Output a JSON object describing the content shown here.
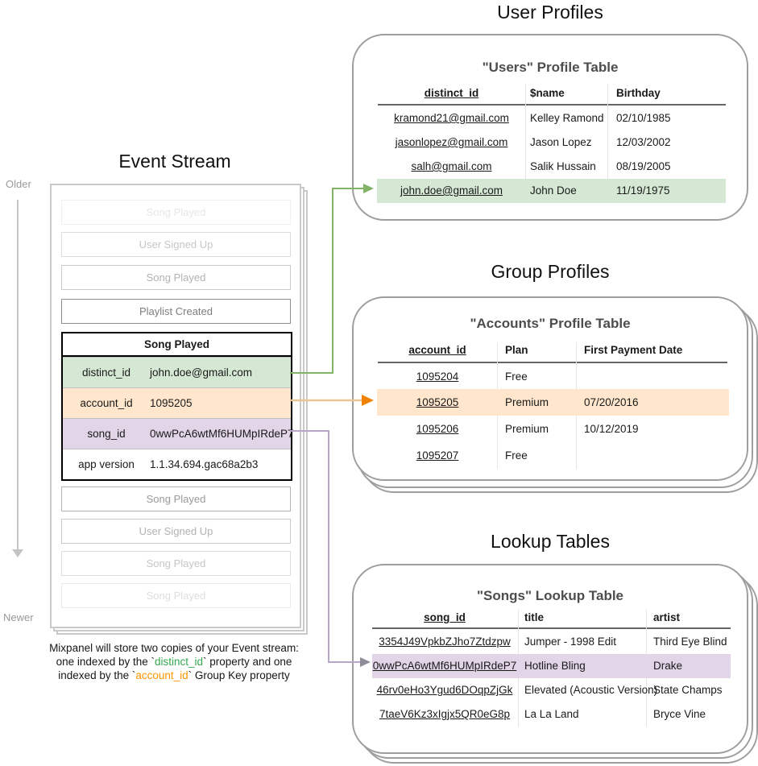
{
  "event_stream": {
    "title": "Event Stream",
    "older_label": "Older",
    "newer_label": "Newer",
    "events_before": [
      "Song Played",
      "User Signed Up",
      "Song Played",
      "Playlist Created"
    ],
    "expanded_event": {
      "title": "Song Played",
      "properties": [
        {
          "key": "distinct_id",
          "value": "john.doe@gmail.com"
        },
        {
          "key": "account_id",
          "value": "1095205"
        },
        {
          "key": "song_id",
          "value": "0wwPcA6wtMf6HUMpIRdeP7"
        },
        {
          "key": "app version",
          "value": "1.1.34.694.gac68a2b3"
        }
      ]
    },
    "events_after": [
      "Song Played",
      "User Signed Up",
      "Song Played",
      "Song Played"
    ]
  },
  "user_profiles": {
    "section_title": "User Profiles",
    "table_title": "\"Users\" Profile Table",
    "columns": [
      "distinct_id",
      "$name",
      "Birthday"
    ],
    "rows": [
      [
        "kramond21@gmail.com",
        "Kelley Ramond",
        "02/10/1985"
      ],
      [
        "jasonlopez@gmail.com",
        "Jason Lopez",
        "12/03/2002"
      ],
      [
        "salh@gmail.com",
        "Salik Hussain",
        "08/19/2005"
      ],
      [
        "john.doe@gmail.com",
        "John Doe",
        "11/19/1975"
      ]
    ],
    "highlighted_row_index": 3,
    "highlight_color": "#d5e8d4"
  },
  "group_profiles": {
    "section_title": "Group Profiles",
    "table_title": "\"Accounts\" Profile Table",
    "columns": [
      "account_id",
      "Plan",
      "First Payment Date"
    ],
    "rows": [
      [
        "1095204",
        "Free",
        ""
      ],
      [
        "1095205",
        "Premium",
        "07/20/2016"
      ],
      [
        "1095206",
        "Premium",
        "10/12/2019"
      ],
      [
        "1095207",
        "Free",
        ""
      ]
    ],
    "highlighted_row_index": 1,
    "highlight_color": "#ffe6cc"
  },
  "lookup_tables": {
    "section_title": "Lookup Tables",
    "table_title": "\"Songs\" Lookup Table",
    "columns": [
      "song_id",
      "title",
      "artist"
    ],
    "rows": [
      [
        "3354J49VpkbZJho7Ztdzpw",
        "Jumper - 1998 Edit",
        "Third Eye Blind"
      ],
      [
        "0wwPcA6wtMf6HUMpIRdeP7",
        "Hotline Bling",
        "Drake"
      ],
      [
        "46rv0eHo3Ygud6DOqpZjGk",
        "Elevated (Acoustic Version)",
        "State Champs"
      ],
      [
        "7taeV6Kz3xIgjx5QR0eG8p",
        "La La Land",
        "Bryce Vine"
      ]
    ],
    "highlighted_row_index": 1,
    "highlight_color": "#e1d5e7"
  },
  "caption": {
    "line1": "Mixpanel will store two copies of your Event stream:",
    "line2_before": "one indexed by the `",
    "line2_keyword": "distinct_id",
    "line2_after": "` property and one",
    "line3_before": "indexed by the `",
    "line3_keyword": "account_id",
    "line3_after": "` Group Key property"
  },
  "colors": {
    "distinct_id_row_fill": "#d5e8d4",
    "account_id_row_fill": "#ffe6cc",
    "song_id_row_fill": "#e1d5e7",
    "distinct_id_arrow": "#82b366",
    "account_id_arrow_line": "#ecc596",
    "account_id_arrow_head": "#f08200",
    "song_id_arrow_line": "#b7a6c8",
    "song_id_arrow_head": "#8f8c99",
    "caption_distinct_id": "#33a852",
    "caption_account_id": "#ff9500"
  }
}
